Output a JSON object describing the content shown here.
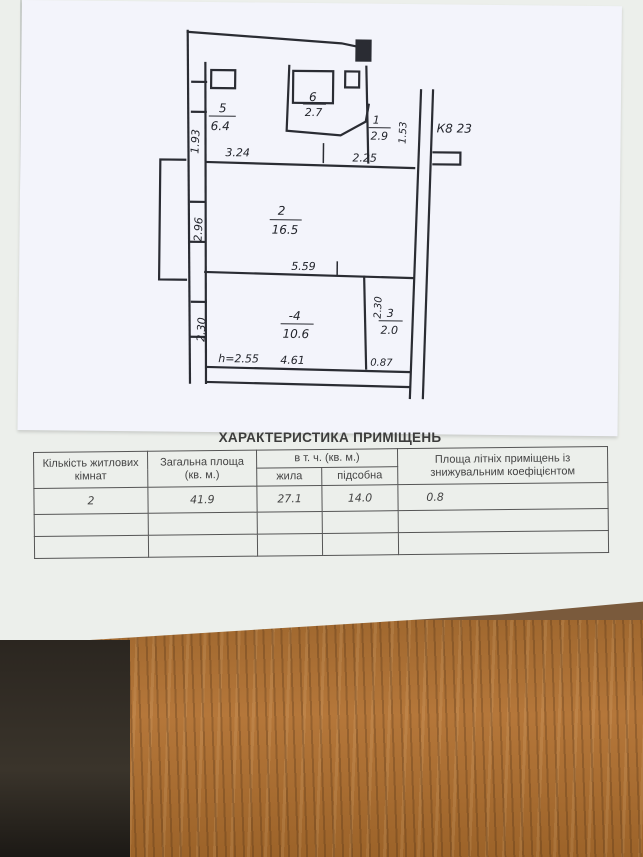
{
  "floor_plan": {
    "rooms": [
      {
        "number": "5",
        "area": "6.4"
      },
      {
        "number": "6",
        "area": "2.7"
      },
      {
        "number": "1",
        "area": "2.9"
      },
      {
        "number": "2",
        "area": "16.5"
      },
      {
        "number": "-4",
        "area": "10.6"
      },
      {
        "number": "3",
        "area": "2.0"
      }
    ],
    "dimensions": {
      "d_1_93": "1.93",
      "d_3_24": "3.24",
      "d_2_25": "2.25",
      "d_1_53": "1.53",
      "d_2_96": "2.96",
      "d_5_59": "5.59",
      "d_2_30_left": "2.30",
      "d_2_30_right": "2.30",
      "d_4_61": "4.61",
      "d_0_87": "0.87"
    },
    "height_label": "h=2.55",
    "apartment_label": "К8 23"
  },
  "table": {
    "title": "ХАРАКТЕРИСТИКА ПРИМІЩЕНЬ",
    "headers": {
      "rooms_count": "Кількість житлових кімнат",
      "total_area": "Загальна площа (кв. м.)",
      "including": "в т. ч. (кв. м.)",
      "living": "жила",
      "auxiliary": "підсобна",
      "summer_area": "Площа літніх приміщень із знижувальним коефіцієнтом"
    },
    "row": {
      "rooms_count": "2",
      "total_area": "41.9",
      "living": "27.1",
      "auxiliary": "14.0",
      "summer_area": "0.8"
    }
  }
}
